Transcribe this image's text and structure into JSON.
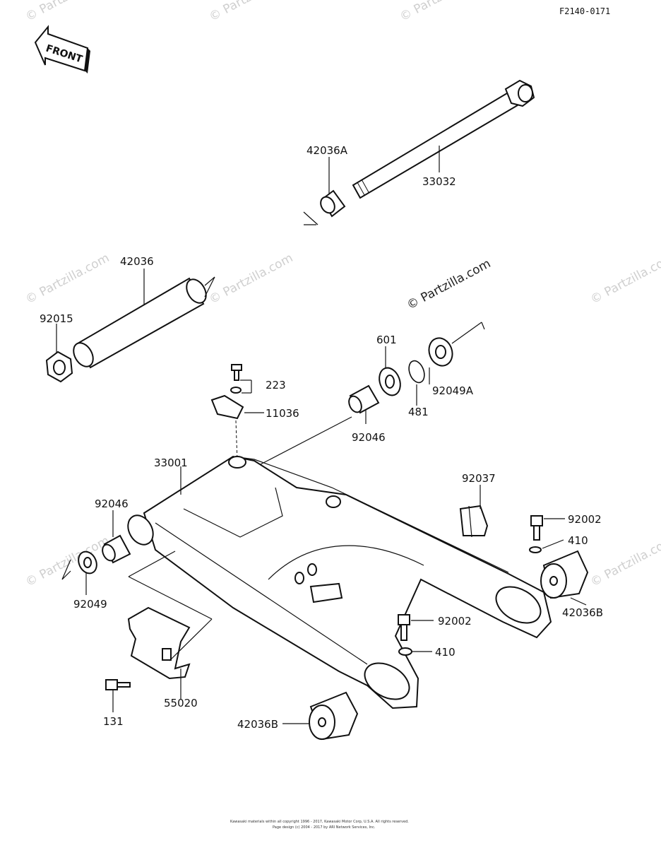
{
  "diagram": {
    "ref_code": "F2140-0171",
    "front_arrow_label": "FRONT",
    "watermarks": [
      "© Partzilla.com",
      "© Partzilla.com"
    ],
    "copyright_lines": [
      "Kawasaki materials within all copyright 1996 - 2017, Kawasaki Motor Corp, U.S.A.  All rights reserved.",
      "Page design (c) 2004 - 2017 by ARI Network Services, Inc."
    ],
    "labels": {
      "p42036A": "42036A",
      "p33032": "33032",
      "p42036": "42036",
      "p92015": "92015",
      "p601": "601",
      "p92049A": "92049A",
      "p481": "481",
      "p92046_top": "92046",
      "p223": "223",
      "p11036": "11036",
      "p33001": "33001",
      "p92046_left": "92046",
      "p92049": "92049",
      "p92037": "92037",
      "p92002_right": "92002",
      "p410_right": "410",
      "p42036B_right": "42036B",
      "p92002_mid": "92002",
      "p410_mid": "410",
      "p55020": "55020",
      "p131": "131",
      "p42036B_bottom": "42036B"
    }
  }
}
